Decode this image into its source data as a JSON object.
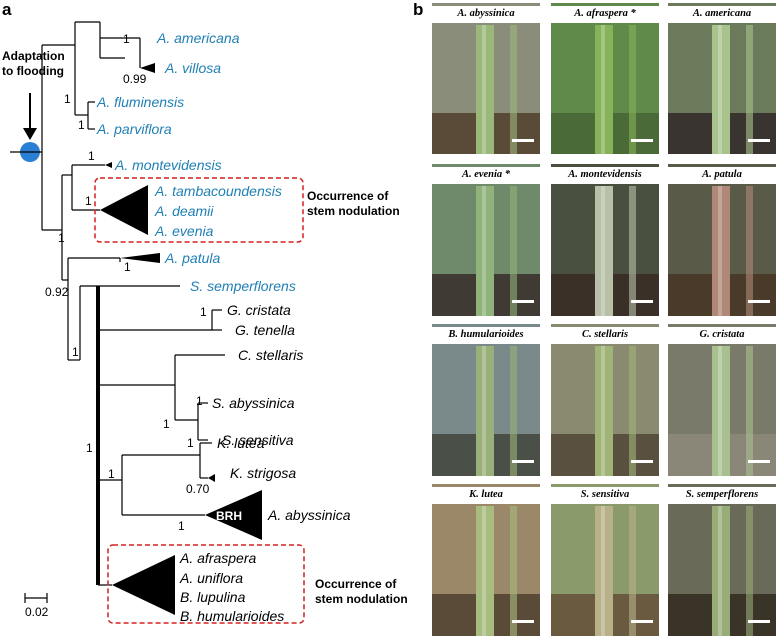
{
  "panel_a": {
    "label": "a",
    "adaptation_label": [
      "Adaptation",
      "to flooding"
    ],
    "taxa_blue": [
      "A. americana",
      "A. villosa",
      "A. fluminensis",
      "A. parviflora",
      "A. montevidensis",
      "A. tambacoundensis",
      "A. deamii",
      "A. evenia",
      "A. patula",
      "S. semperflorens"
    ],
    "taxa_black": [
      "G. cristata",
      "G. tenella",
      "C. stellaris",
      "S. abyssinica",
      "S. sensitiva",
      "K. lutea",
      "K. strigosa",
      "A. abyssinica",
      "A. afraspera",
      "A. uniflora",
      "B. lupulina",
      "B. humularioides"
    ],
    "brh_label": "BRH",
    "stem_nodulation_label": [
      "Occurrence of",
      "stem nodulation"
    ],
    "support_values": [
      "1",
      "0.99",
      "1",
      "1",
      "1",
      "1",
      "1",
      "0.92",
      "1",
      "1",
      "1",
      "1",
      "1",
      "1",
      "0.70",
      "1",
      "1",
      "1"
    ],
    "scale_label": "0.02",
    "colors": {
      "blue": "#1f7fb5",
      "node_dot": "#2a7fd4",
      "box": "#d42020"
    }
  },
  "panel_b": {
    "label": "b",
    "photos": [
      {
        "title": "A. abyssinica",
        "star": ""
      },
      {
        "title": "A. afraspera",
        "star": "*"
      },
      {
        "title": "A. americana",
        "star": ""
      },
      {
        "title": "A. evenia",
        "star": "*"
      },
      {
        "title": "A. montevidensis",
        "star": ""
      },
      {
        "title": "A. patula",
        "star": ""
      },
      {
        "title": "B. humularioides",
        "star": ""
      },
      {
        "title": "C. stellaris",
        "star": ""
      },
      {
        "title": "G. cristata",
        "star": ""
      },
      {
        "title": "K. lutea",
        "star": ""
      },
      {
        "title": "S. sensitiva",
        "star": ""
      },
      {
        "title": "S. semperflorens",
        "star": ""
      }
    ]
  }
}
